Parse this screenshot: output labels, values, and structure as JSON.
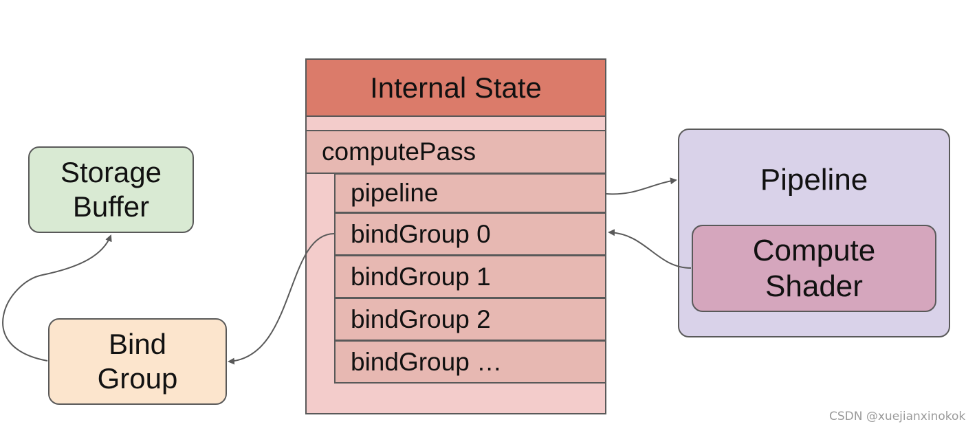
{
  "storage_buffer": {
    "line1": "Storage",
    "line2": "Buffer"
  },
  "bind_group": {
    "line1": "Bind",
    "line2": "Group"
  },
  "internal_state": {
    "title": "Internal State",
    "compute_pass": "computePass",
    "rows": [
      "pipeline",
      "bindGroup 0",
      "bindGroup 1",
      "bindGroup 2",
      "bindGroup …"
    ]
  },
  "pipeline": {
    "title": "Pipeline",
    "compute_shader": {
      "line1": "Compute",
      "line2": "Shader"
    }
  },
  "watermark": "CSDN @xuejianxinokok",
  "colors": {
    "header": "#db7b6a",
    "state_body": "#f3cccb",
    "state_row": "#e7b8b2",
    "storage": "#d9ead3",
    "bind": "#fce5cd",
    "pipeline": "#d9d2e9",
    "shader": "#d5a6bd",
    "border": "#595959"
  }
}
